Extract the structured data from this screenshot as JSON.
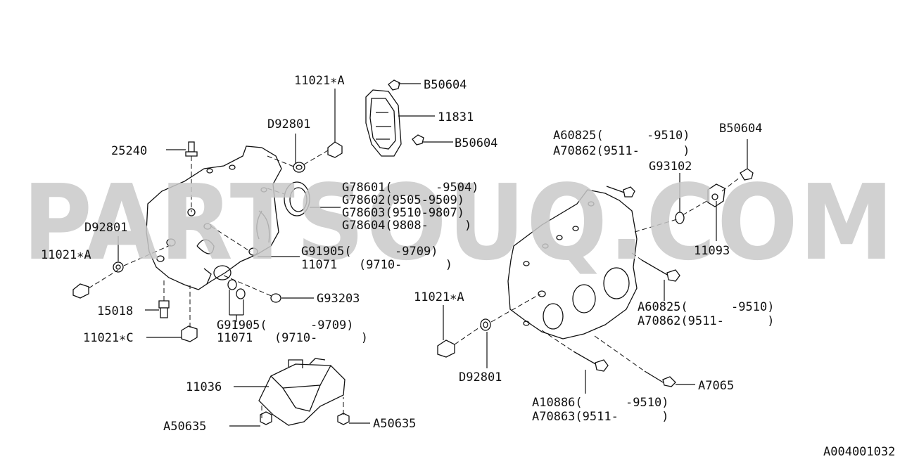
{
  "watermark": "PARTSOUQ.COM",
  "diagram_id": "A004001032",
  "labels": {
    "l01": "11021∗A",
    "l02": "B50604",
    "l03": "11831",
    "l04": "B50604",
    "l05": "D92801",
    "l06": "25240",
    "l07": "G78601(      -9504)",
    "l08": "G78602(9505-9509)",
    "l09": "G78603(9510-9807)",
    "l10": "G78604(9808-     )",
    "l11": "D92801",
    "l12": "11021∗A",
    "l13": "G91905(      -9709)",
    "l14": "11071   (9710-      )",
    "l15": "G93203",
    "l16": "15018",
    "l17": "G91905(      -9709)",
    "l18": "11071   (9710-      )",
    "l19": "11021∗C",
    "l20": "11036",
    "l21": "A50635",
    "l22": "A50635",
    "l23": "A60825(      -9510)",
    "l24": "A70862(9511-      )",
    "l25": "B50604",
    "l26": "G93102",
    "l27": "11093",
    "l28": "11021∗A",
    "l29": "A60825(      -9510)",
    "l30": "A70862(9511-      )",
    "l31": "D92801",
    "l32": "A10886(      -9510)",
    "l33": "A70863(9511-      )",
    "l34": "A7065"
  }
}
